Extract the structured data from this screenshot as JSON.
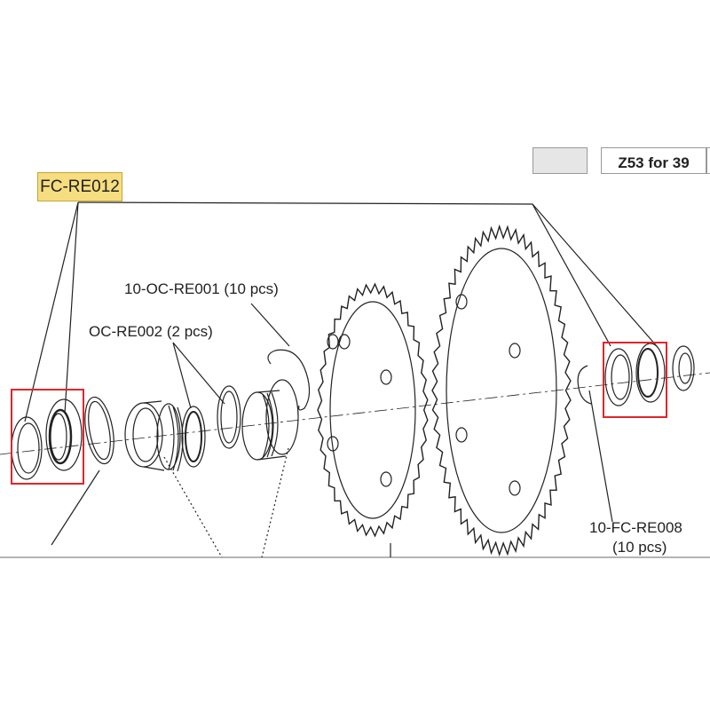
{
  "table": {
    "gray_cell": "",
    "tooth_cell": "Z53 for 39"
  },
  "callouts": {
    "bearing_kit": "FC-RE012",
    "clip": "10-OC-RE001 (10 pcs)",
    "spacer": "OC-RE002 (2 pcs)",
    "circlip_code": "10-FC-RE008",
    "circlip_qty": "(10 pcs)"
  },
  "colors": {
    "highlight": "#f6dd7f",
    "selection": "#e0262b",
    "line": "#222222"
  }
}
